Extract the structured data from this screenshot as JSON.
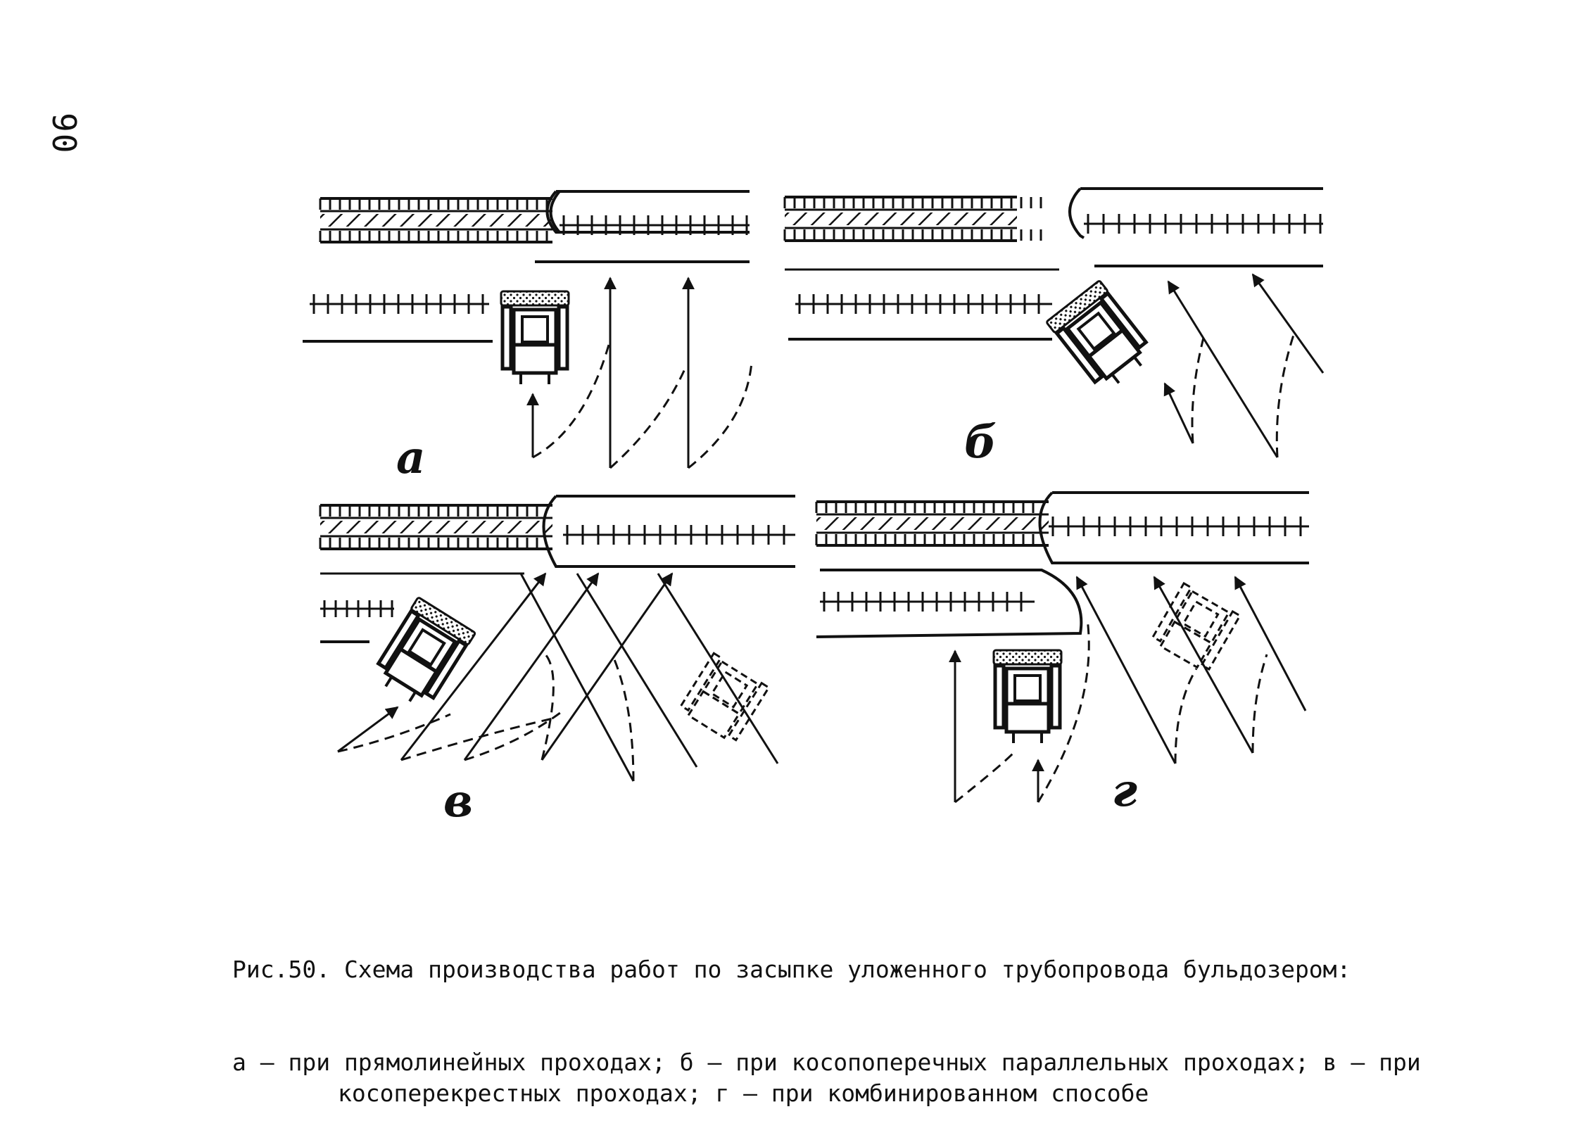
{
  "page": {
    "number": "90"
  },
  "figure": {
    "panels": [
      {
        "id": "a",
        "label": "а"
      },
      {
        "id": "b",
        "label": "б"
      },
      {
        "id": "v",
        "label": "в"
      },
      {
        "id": "g",
        "label": "г"
      }
    ]
  },
  "caption": {
    "title": "Рис.50. Схема производства работ по засыпке уложенного трубопровода бульдозером:",
    "body": "а – при прямолинейных проходах; б – при косопоперечных параллельных проходах; в – при косоперекрестных проходах; г – при комбинированном способе"
  }
}
